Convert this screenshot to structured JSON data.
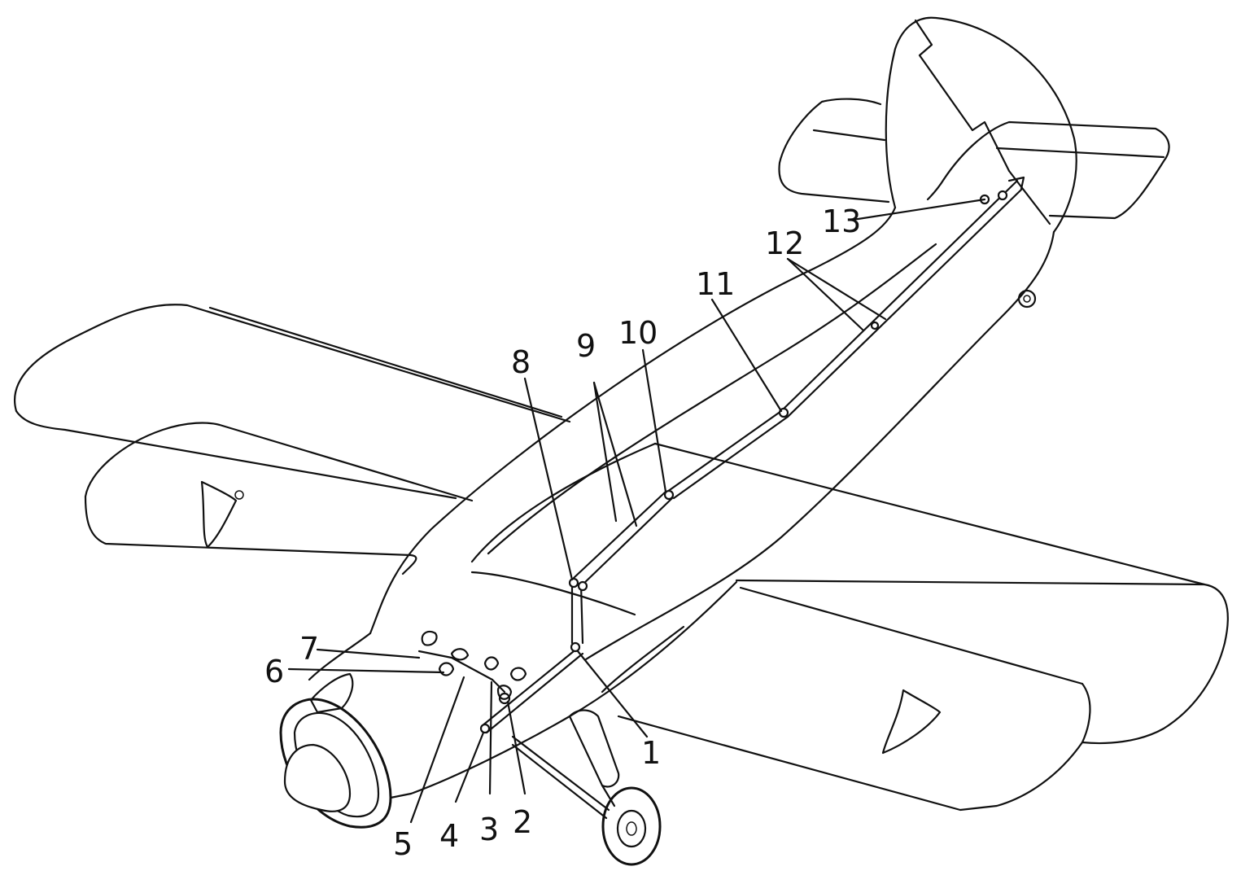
{
  "diagram": {
    "callouts": [
      {
        "id": "c1",
        "label": "1"
      },
      {
        "id": "c2",
        "label": "2"
      },
      {
        "id": "c3",
        "label": "3"
      },
      {
        "id": "c4",
        "label": "4"
      },
      {
        "id": "c5",
        "label": "5"
      },
      {
        "id": "c6",
        "label": "6"
      },
      {
        "id": "c7",
        "label": "7"
      },
      {
        "id": "c8",
        "label": "8"
      },
      {
        "id": "c9",
        "label": "9"
      },
      {
        "id": "c10",
        "label": "10"
      },
      {
        "id": "c11",
        "label": "11"
      },
      {
        "id": "c12",
        "label": "12"
      },
      {
        "id": "c13",
        "label": "13"
      }
    ]
  },
  "colors": {
    "ink": "#111111",
    "paper": "#ffffff"
  }
}
